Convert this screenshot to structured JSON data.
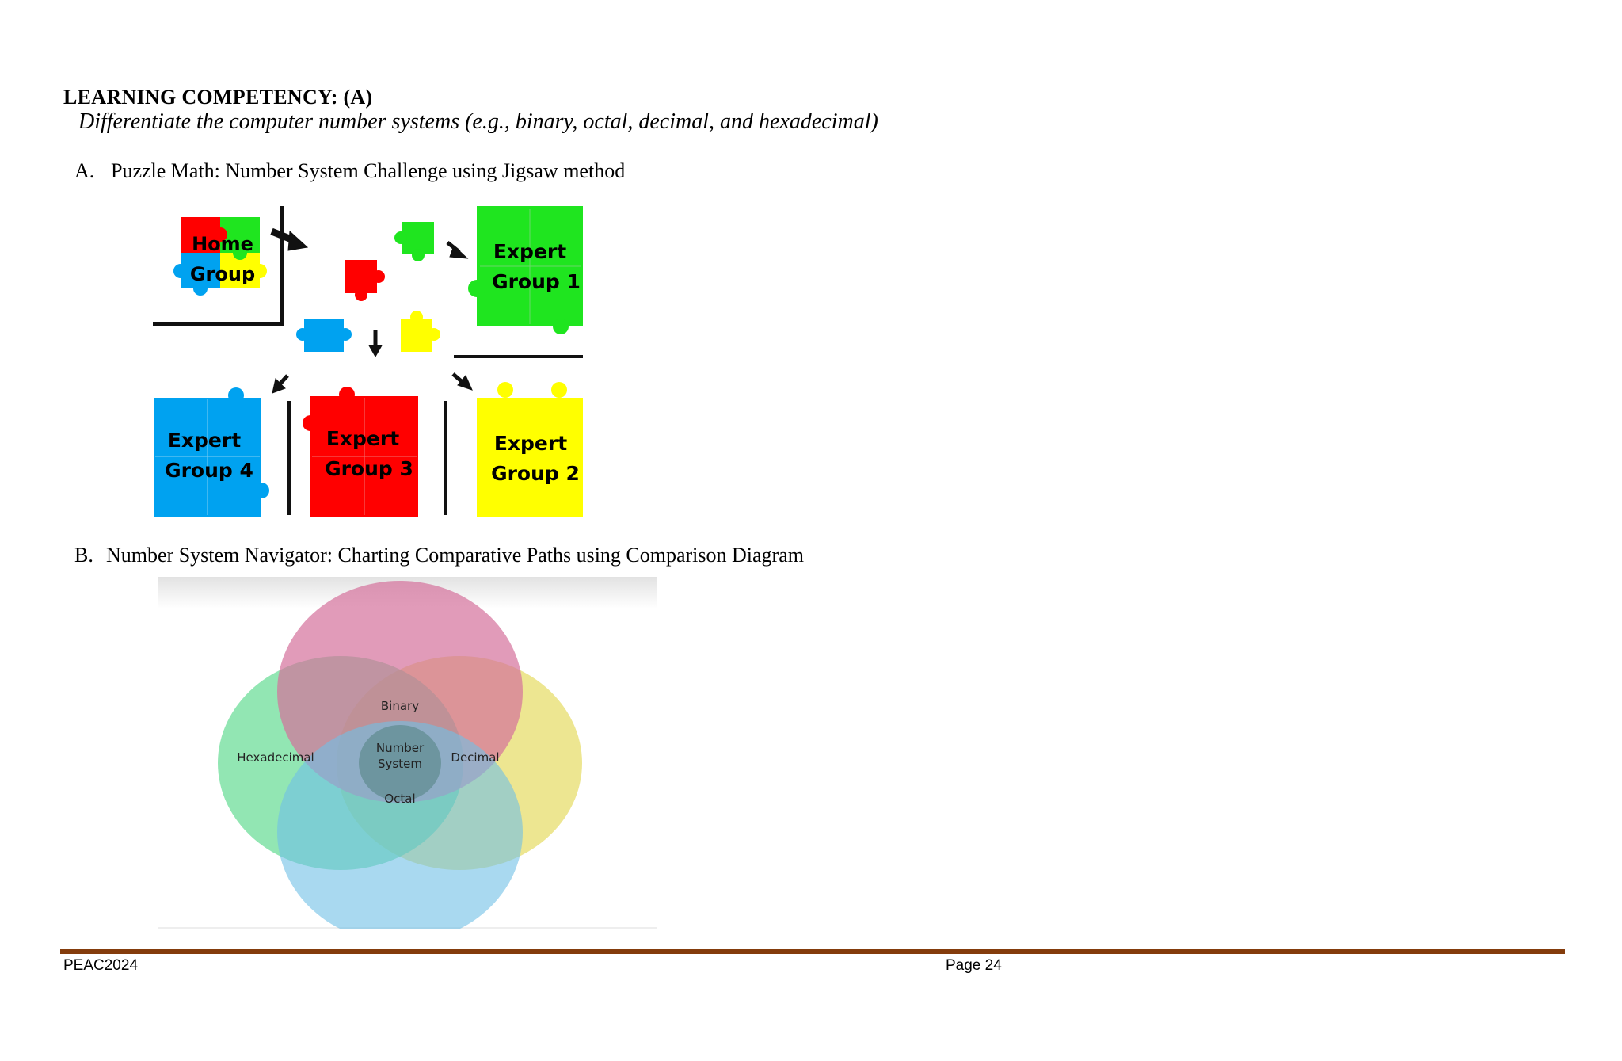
{
  "heading": "LEARNING COMPETENCY: (A)",
  "subheading": "Differentiate the computer number systems (e.g., binary, octal, decimal, and hexadecimal)",
  "item_a": {
    "marker": "A.",
    "text": "Puzzle Math: Number System Challenge using Jigsaw method"
  },
  "item_b": {
    "marker": "B.",
    "text": "Number System Navigator: Charting Comparative Paths using Comparison Diagram"
  },
  "jigsaw": {
    "home": [
      "Home",
      "Group"
    ],
    "expert1": [
      "Expert",
      "Group 1"
    ],
    "expert2": [
      "Expert",
      "Group 2"
    ],
    "expert3": [
      "Expert",
      "Group 3"
    ],
    "expert4": [
      "Expert",
      "Group 4"
    ],
    "colors": {
      "red": "#ff0000",
      "green": "#1fe51f",
      "blue": "#00a2f0",
      "yellow": "#ffff00"
    }
  },
  "venn": {
    "center": [
      "Number",
      "System"
    ],
    "top": "Binary",
    "left": "Hexadecimal",
    "right": "Decimal",
    "bottom": "Octal",
    "colors": {
      "pink": "#d4709b",
      "green": "#57d98a",
      "yellow": "#e8e075",
      "blue": "#6fbfe6"
    }
  },
  "footer": {
    "left": "PEAC2024",
    "center": "Page 24"
  }
}
